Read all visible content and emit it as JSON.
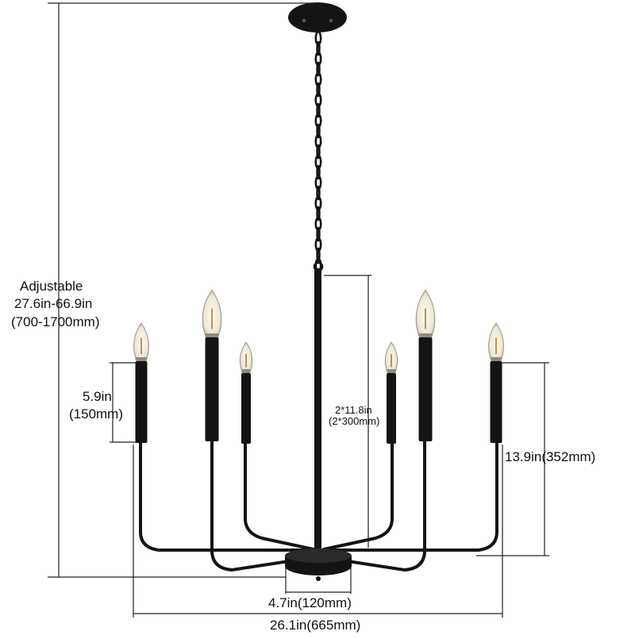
{
  "dimensions": {
    "height_label": "Adjustable",
    "height_range_in": "27.6in-66.9in",
    "height_range_mm": "(700-1700mm)",
    "candle_height_in": "5.9in",
    "candle_height_mm": "(150mm)",
    "arm_length": "2*11.8in",
    "arm_length_mm": "(2*300mm)",
    "body_height": "13.9in(352mm)",
    "base_width": "4.7in(120mm)",
    "total_width": "26.1in(665mm)"
  },
  "colors": {
    "fixture": "#141414",
    "dimension_line": "#222222",
    "bulb_glass": "#e9e4d6",
    "filament": "#b07a2a"
  }
}
